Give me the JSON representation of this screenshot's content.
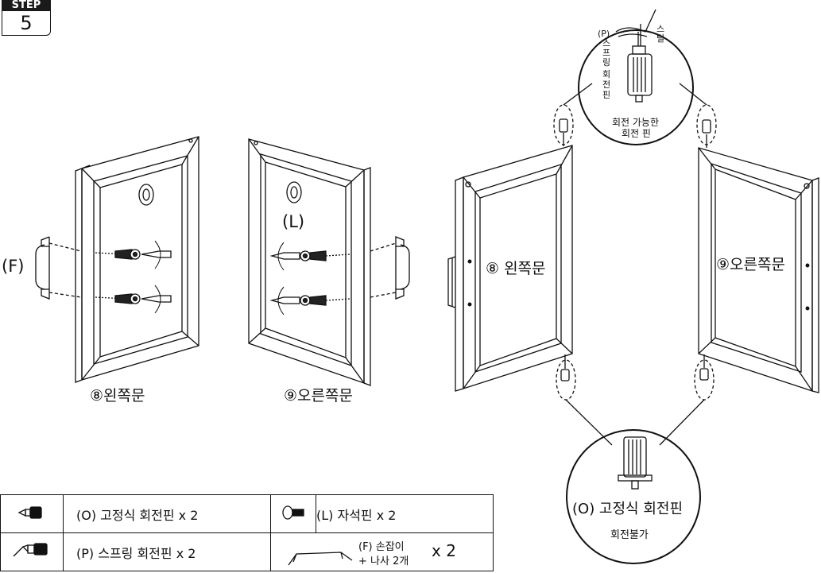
{
  "step": {
    "label": "STEP",
    "number": "5"
  },
  "panel_left": {
    "handle_label": "(F)",
    "left_door_label": "⑧왼쪽문",
    "right_door_label": "⑨오른쪽문",
    "magnet_label": "(L)"
  },
  "panel_right": {
    "left_door_label": "⑧ 왼쪽문",
    "right_door_label": "⑨오른쪽문",
    "top_callout": {
      "spring_pin_label": [
        "(P)",
        "스",
        "프",
        "링",
        "회",
        "전",
        "핀"
      ],
      "steel_label": [
        "스",
        "틸"
      ],
      "caption_line1": "회전 가능한",
      "caption_line2": "회전 핀"
    },
    "bottom_callout": {
      "title": "(O) 고정식 회전핀",
      "caption": "회전불가"
    }
  },
  "legend": {
    "rows": [
      {
        "left": "(O) 고정식 회전핀  x 2",
        "right": "(L) 자석핀  x 2"
      },
      {
        "left": "(P) 스프링 회전핀  x 2",
        "right_small": "(F) 손잡이",
        "right_small2": "+ 나사 2개",
        "right_qty": "x 2"
      }
    ]
  }
}
